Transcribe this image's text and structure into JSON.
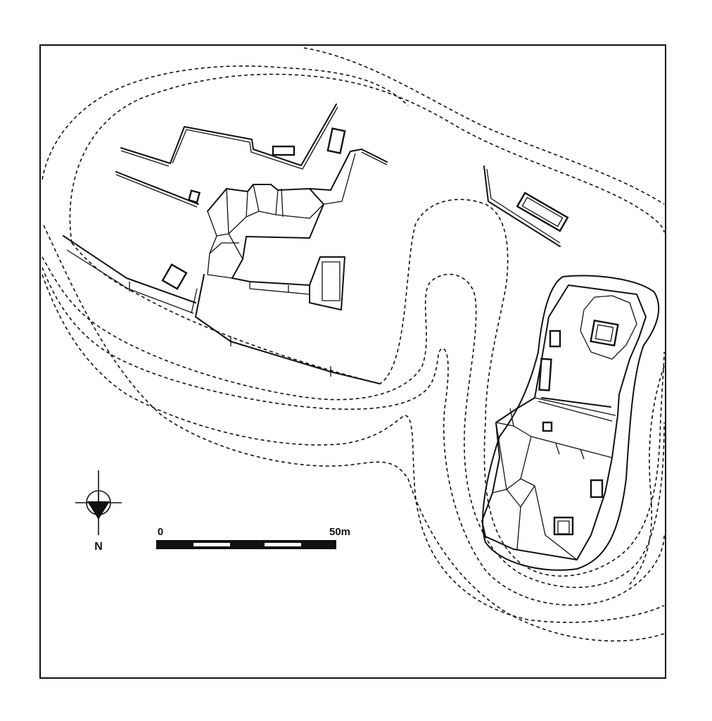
{
  "scale_bar": {
    "start_label": "0",
    "end_label": "50m"
  },
  "north_arrow": {
    "label": "N"
  },
  "colors": {
    "ink": "#111111",
    "paper": "#ffffff"
  }
}
